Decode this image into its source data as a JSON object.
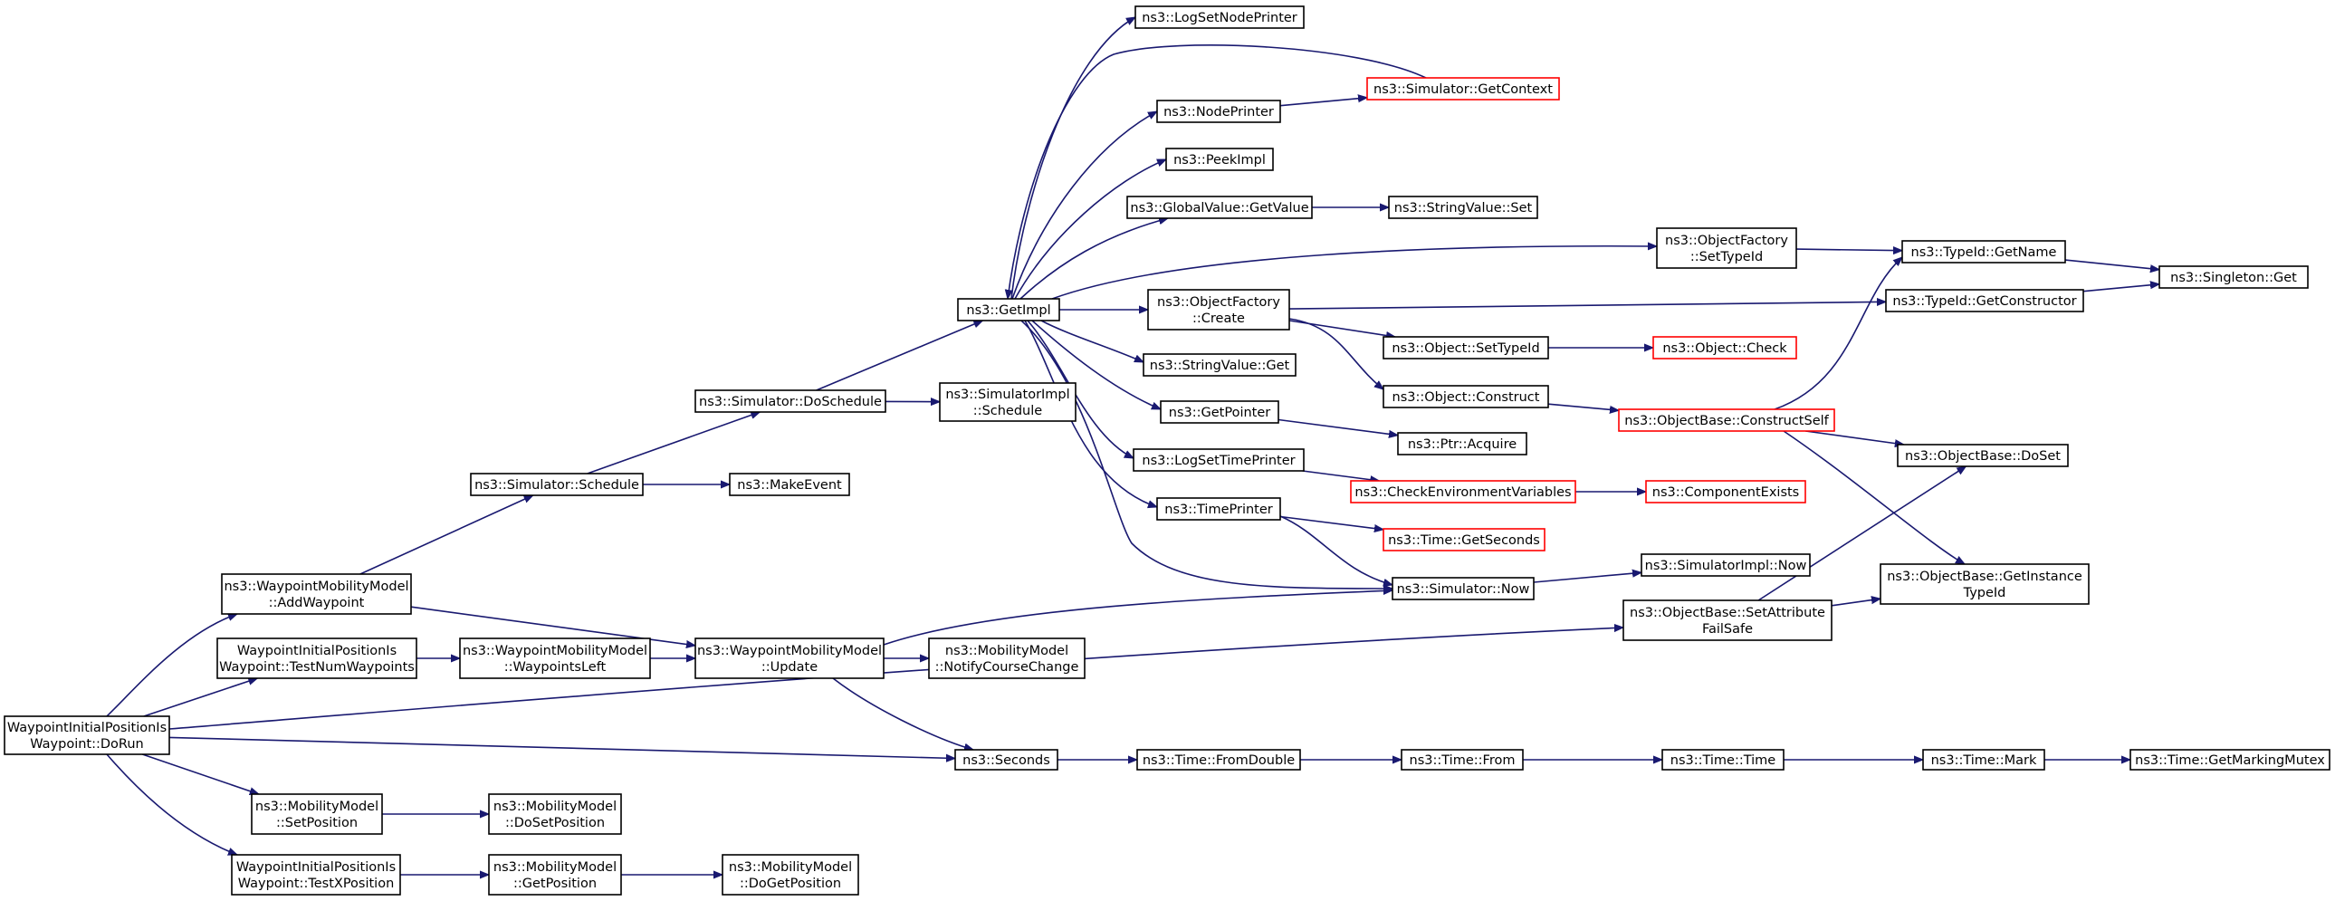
{
  "graph": {
    "colors": {
      "edge": "#191970",
      "border_normal": "#000000",
      "border_red": "#ff0000",
      "root_fill": "#bfbfbf",
      "background": "#ffffff"
    },
    "nodes": [
      {
        "id": "root",
        "lines": [
          "WaypointInitialPositionIs",
          "Waypoint::DoRun"
        ],
        "border": "normal",
        "root": true
      },
      {
        "id": "addwp",
        "lines": [
          "ns3::WaypointMobilityModel",
          "::AddWaypoint"
        ],
        "border": "normal"
      },
      {
        "id": "testnum",
        "lines": [
          "WaypointInitialPositionIs",
          "Waypoint::TestNumWaypoints"
        ],
        "border": "normal"
      },
      {
        "id": "setattr",
        "lines": [
          "ns3::ObjectBase::SetAttribute",
          "FailSafe"
        ],
        "border": "normal"
      },
      {
        "id": "seconds",
        "lines": [
          "ns3::Seconds"
        ],
        "border": "normal"
      },
      {
        "id": "setpos",
        "lines": [
          "ns3::MobilityModel",
          "::SetPosition"
        ],
        "border": "normal"
      },
      {
        "id": "testx",
        "lines": [
          "WaypointInitialPositionIs",
          "Waypoint::TestXPosition"
        ],
        "border": "normal"
      },
      {
        "id": "schedule",
        "lines": [
          "ns3::Simulator::Schedule"
        ],
        "border": "normal"
      },
      {
        "id": "update",
        "lines": [
          "ns3::WaypointMobilityModel",
          "::Update"
        ],
        "border": "normal"
      },
      {
        "id": "doschedule",
        "lines": [
          "ns3::Simulator::DoSchedule"
        ],
        "border": "normal"
      },
      {
        "id": "makeevent",
        "lines": [
          "ns3::MakeEvent"
        ],
        "border": "normal"
      },
      {
        "id": "getimpl",
        "lines": [
          "ns3::GetImpl"
        ],
        "border": "normal"
      },
      {
        "id": "simimplsched",
        "lines": [
          "ns3::SimulatorImpl",
          "::Schedule"
        ],
        "border": "normal"
      },
      {
        "id": "lognodeprinter",
        "lines": [
          "ns3::LogSetNodePrinter"
        ],
        "border": "normal"
      },
      {
        "id": "getcontext",
        "lines": [
          "ns3::Simulator::GetContext"
        ],
        "border": "red"
      },
      {
        "id": "nodeprinter",
        "lines": [
          "ns3::NodePrinter"
        ],
        "border": "normal"
      },
      {
        "id": "peekimpl",
        "lines": [
          "ns3::PeekImpl"
        ],
        "border": "normal"
      },
      {
        "id": "gvgetvalue",
        "lines": [
          "ns3::GlobalValue::GetValue"
        ],
        "border": "normal"
      },
      {
        "id": "svset",
        "lines": [
          "ns3::StringValue::Set"
        ],
        "border": "normal"
      },
      {
        "id": "ofsettypeid",
        "lines": [
          "ns3::ObjectFactory",
          "::SetTypeId"
        ],
        "border": "normal"
      },
      {
        "id": "tidgetname",
        "lines": [
          "ns3::TypeId::GetName"
        ],
        "border": "normal"
      },
      {
        "id": "singletonget",
        "lines": [
          "ns3::Singleton::Get"
        ],
        "border": "normal"
      },
      {
        "id": "ofcreate",
        "lines": [
          "ns3::ObjectFactory",
          "::Create"
        ],
        "border": "normal"
      },
      {
        "id": "tidgetctor",
        "lines": [
          "ns3::TypeId::GetConstructor"
        ],
        "border": "normal"
      },
      {
        "id": "objsettypeid",
        "lines": [
          "ns3::Object::SetTypeId"
        ],
        "border": "normal"
      },
      {
        "id": "objcheck",
        "lines": [
          "ns3::Object::Check"
        ],
        "border": "red"
      },
      {
        "id": "svget",
        "lines": [
          "ns3::StringValue::Get"
        ],
        "border": "normal"
      },
      {
        "id": "objconstruct",
        "lines": [
          "ns3::Object::Construct"
        ],
        "border": "normal"
      },
      {
        "id": "constructself",
        "lines": [
          "ns3::ObjectBase::ConstructSelf"
        ],
        "border": "red"
      },
      {
        "id": "getpointer",
        "lines": [
          "ns3::GetPointer"
        ],
        "border": "normal"
      },
      {
        "id": "ptracquire",
        "lines": [
          "ns3::Ptr::Acquire"
        ],
        "border": "normal"
      },
      {
        "id": "dosset",
        "lines": [
          "ns3::ObjectBase::DoSet"
        ],
        "border": "normal"
      },
      {
        "id": "logtimeprinter",
        "lines": [
          "ns3::LogSetTimePrinter"
        ],
        "border": "normal"
      },
      {
        "id": "checkenv",
        "lines": [
          "ns3::CheckEnvironmentVariables"
        ],
        "border": "red"
      },
      {
        "id": "compexists",
        "lines": [
          "ns3::ComponentExists"
        ],
        "border": "red"
      },
      {
        "id": "timeprinter",
        "lines": [
          "ns3::TimePrinter"
        ],
        "border": "normal"
      },
      {
        "id": "getseconds",
        "lines": [
          "ns3::Time::GetSeconds"
        ],
        "border": "red"
      },
      {
        "id": "simimplnow",
        "lines": [
          "ns3::SimulatorImpl::Now"
        ],
        "border": "normal"
      },
      {
        "id": "simnow",
        "lines": [
          "ns3::Simulator::Now"
        ],
        "border": "normal"
      },
      {
        "id": "getinsttid",
        "lines": [
          "ns3::ObjectBase::GetInstance",
          "TypeId"
        ],
        "border": "normal"
      },
      {
        "id": "wpleft",
        "lines": [
          "ns3::WaypointMobilityModel",
          "::WaypointsLeft"
        ],
        "border": "normal"
      },
      {
        "id": "notify",
        "lines": [
          "ns3::MobilityModel",
          "::NotifyCourseChange"
        ],
        "border": "normal"
      },
      {
        "id": "fromdouble",
        "lines": [
          "ns3::Time::FromDouble"
        ],
        "border": "normal"
      },
      {
        "id": "timefrom",
        "lines": [
          "ns3::Time::From"
        ],
        "border": "normal"
      },
      {
        "id": "timetime",
        "lines": [
          "ns3::Time::Time"
        ],
        "border": "normal"
      },
      {
        "id": "timemark",
        "lines": [
          "ns3::Time::Mark"
        ],
        "border": "normal"
      },
      {
        "id": "markmutex",
        "lines": [
          "ns3::Time::GetMarkingMutex"
        ],
        "border": "normal"
      },
      {
        "id": "dosetpos",
        "lines": [
          "ns3::MobilityModel",
          "::DoSetPosition"
        ],
        "border": "normal"
      },
      {
        "id": "getpos",
        "lines": [
          "ns3::MobilityModel",
          "::GetPosition"
        ],
        "border": "normal"
      },
      {
        "id": "dogetpos",
        "lines": [
          "ns3::MobilityModel",
          "::DoGetPosition"
        ],
        "border": "normal"
      }
    ],
    "edges": [
      [
        "root",
        "addwp"
      ],
      [
        "root",
        "testnum"
      ],
      [
        "root",
        "setattr"
      ],
      [
        "root",
        "seconds"
      ],
      [
        "root",
        "setpos"
      ],
      [
        "root",
        "testx"
      ],
      [
        "addwp",
        "schedule"
      ],
      [
        "addwp",
        "update"
      ],
      [
        "schedule",
        "doschedule"
      ],
      [
        "schedule",
        "makeevent"
      ],
      [
        "doschedule",
        "getimpl"
      ],
      [
        "doschedule",
        "simimplsched"
      ],
      [
        "getimpl",
        "lognodeprinter"
      ],
      [
        "getimpl",
        "nodeprinter"
      ],
      [
        "getimpl",
        "peekimpl"
      ],
      [
        "getimpl",
        "gvgetvalue"
      ],
      [
        "getimpl",
        "ofsettypeid"
      ],
      [
        "getimpl",
        "ofcreate"
      ],
      [
        "getimpl",
        "svget"
      ],
      [
        "getimpl",
        "getpointer"
      ],
      [
        "getimpl",
        "logtimeprinter"
      ],
      [
        "getimpl",
        "timeprinter"
      ],
      [
        "getimpl",
        "simnow"
      ],
      [
        "getcontext",
        "getimpl"
      ],
      [
        "nodeprinter",
        "getcontext"
      ],
      [
        "gvgetvalue",
        "svset"
      ],
      [
        "ofsettypeid",
        "tidgetname"
      ],
      [
        "tidgetname",
        "singletonget"
      ],
      [
        "ofcreate",
        "tidgetctor"
      ],
      [
        "ofcreate",
        "objsettypeid"
      ],
      [
        "ofcreate",
        "objconstruct"
      ],
      [
        "tidgetctor",
        "singletonget"
      ],
      [
        "objsettypeid",
        "objcheck"
      ],
      [
        "objconstruct",
        "constructself"
      ],
      [
        "constructself",
        "tidgetname"
      ],
      [
        "constructself",
        "dosset"
      ],
      [
        "constructself",
        "getinsttid"
      ],
      [
        "getpointer",
        "ptracquire"
      ],
      [
        "logtimeprinter",
        "checkenv"
      ],
      [
        "checkenv",
        "compexists"
      ],
      [
        "timeprinter",
        "getseconds"
      ],
      [
        "timeprinter",
        "simnow"
      ],
      [
        "simnow",
        "simimplnow"
      ],
      [
        "setattr",
        "dosset"
      ],
      [
        "setattr",
        "getinsttid"
      ],
      [
        "testnum",
        "wpleft"
      ],
      [
        "wpleft",
        "update"
      ],
      [
        "update",
        "notify"
      ],
      [
        "update",
        "simnow"
      ],
      [
        "update",
        "seconds"
      ],
      [
        "seconds",
        "fromdouble"
      ],
      [
        "fromdouble",
        "timefrom"
      ],
      [
        "timefrom",
        "timetime"
      ],
      [
        "timetime",
        "timemark"
      ],
      [
        "timemark",
        "markmutex"
      ],
      [
        "setpos",
        "dosetpos"
      ],
      [
        "testx",
        "getpos"
      ],
      [
        "getpos",
        "dogetpos"
      ]
    ]
  }
}
